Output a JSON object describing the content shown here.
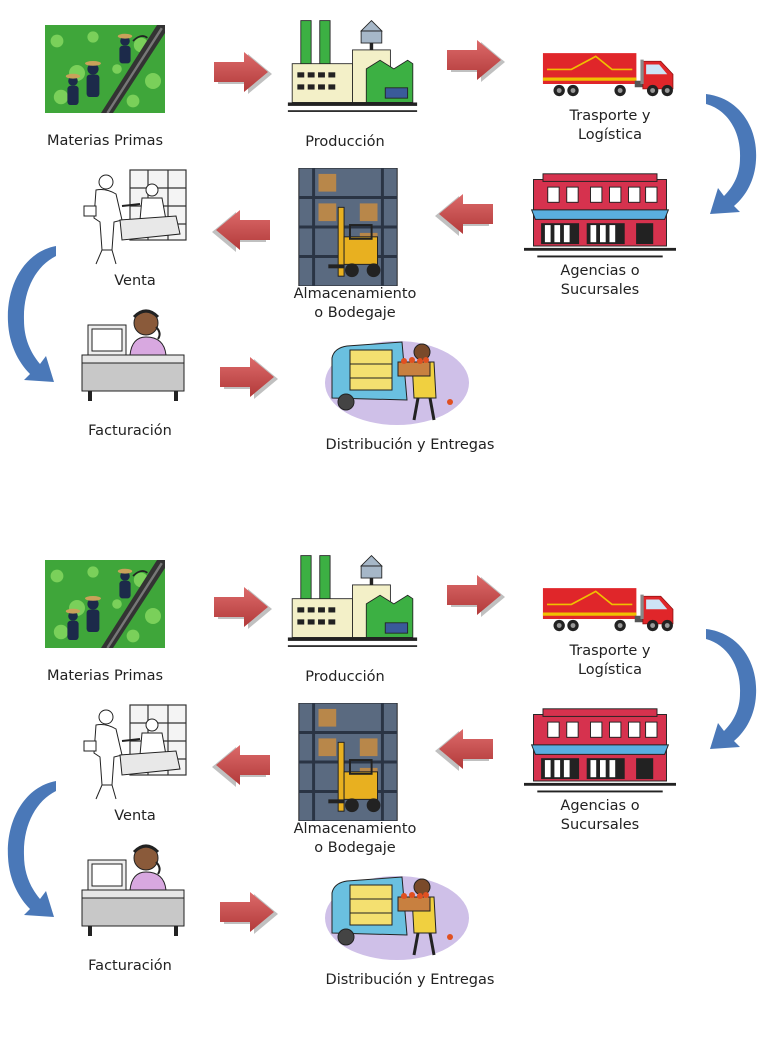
{
  "panels": [
    {
      "steps": {
        "materias": "Materias Primas",
        "produccion": "Producción",
        "transporte_1": "Trasporte y",
        "transporte_2": "Logística",
        "agencias_1": "Agencias o",
        "agencias_2": "Sucursales",
        "almacen_1": "Almacenamiento",
        "almacen_2": "o Bodegaje",
        "venta": "Venta",
        "facturacion": "Facturación",
        "distribucion": "Distribución y Entregas"
      }
    },
    {
      "steps": {
        "materias": "Materias Primas",
        "produccion": "Producción",
        "transporte_1": "Trasporte y",
        "transporte_2": "Logística",
        "agencias_1": "Agencias o",
        "agencias_2": "Sucursales",
        "almacen_1": "Almacenamiento",
        "almacen_2": "o Bodegaje",
        "venta": "Venta",
        "facturacion": "Facturación",
        "distribucion": "Distribución y Entregas"
      }
    }
  ],
  "icons": {
    "arrow": "block-arrow-icon",
    "curve": "curved-arrow-icon",
    "materias": "farm-field-icon",
    "produccion": "factory-icon",
    "transporte": "truck-icon",
    "agencias": "store-icon",
    "almacen": "warehouse-forklift-icon",
    "venta": "sales-meeting-icon",
    "facturacion": "billing-clerk-icon",
    "distribucion": "delivery-person-icon"
  },
  "colors": {
    "arrow_fill": "#c84a4a",
    "curve_fill": "#4a78b8",
    "field_green": "#3fa63a",
    "factory_green": "#3cb043",
    "truck_red": "#e0262a",
    "store_red": "#d6324e"
  }
}
